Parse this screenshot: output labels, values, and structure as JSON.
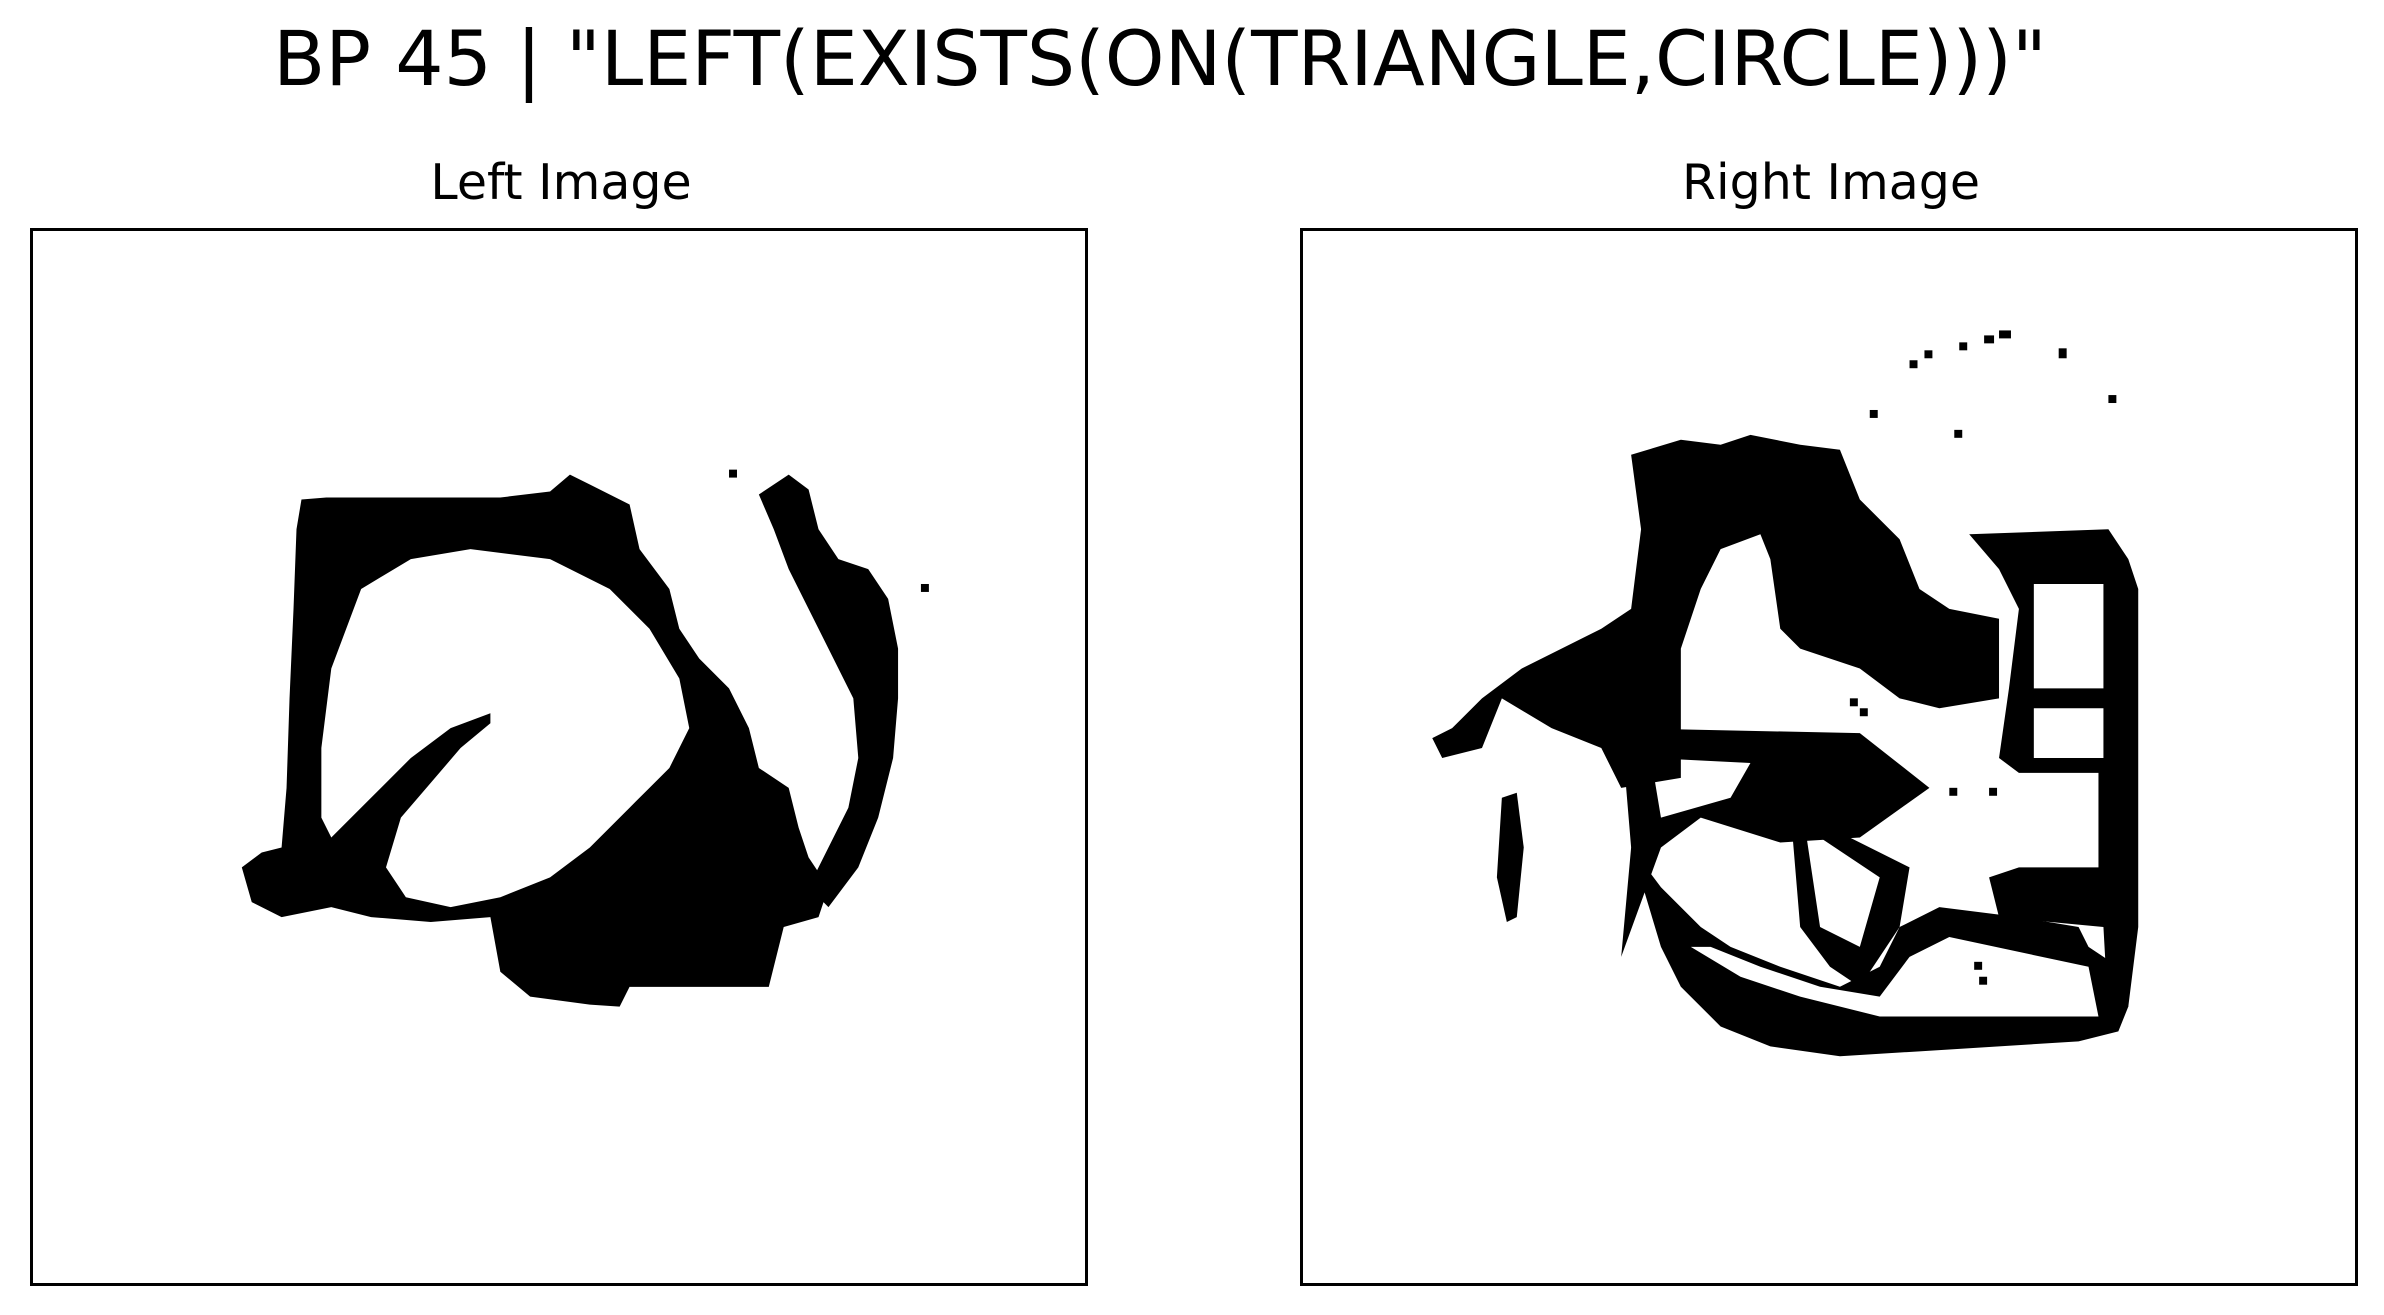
{
  "title": "BP 45 | \"LEFT(EXISTS(ON(TRIANGLE,CIRCLE)))\"",
  "panels": {
    "left": {
      "label": "Left Image"
    },
    "right": {
      "label": "Right Image"
    }
  }
}
